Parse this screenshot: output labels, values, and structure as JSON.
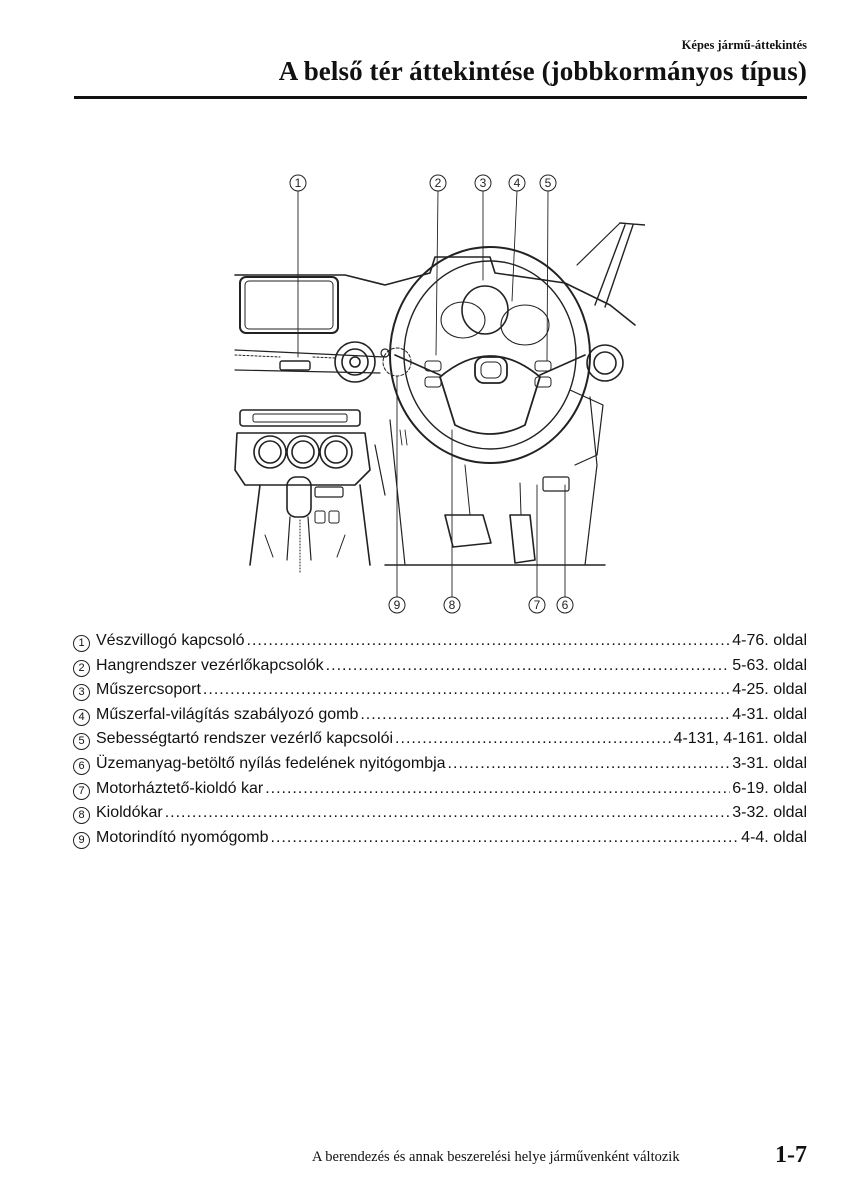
{
  "header": {
    "section": "Képes jármű-áttekintés",
    "title": "A belső tér áttekintése (jobbkormányos típus)"
  },
  "figure": {
    "callouts_top": [
      "1",
      "2",
      "3",
      "4",
      "5"
    ],
    "callouts_bottom": [
      "9",
      "8",
      "7",
      "6"
    ]
  },
  "legend": {
    "items": [
      {
        "num": "1",
        "label": "Vészvillogó kapcsoló",
        "page": "4-76. oldal"
      },
      {
        "num": "2",
        "label": "Hangrendszer vezérlőkapcsolók",
        "page": "5-63. oldal"
      },
      {
        "num": "3",
        "label": "Műszercsoport",
        "page": "4-25. oldal"
      },
      {
        "num": "4",
        "label": "Műszerfal-világítás szabályozó gomb",
        "page": "4-31. oldal"
      },
      {
        "num": "5",
        "label": "Sebességtartó rendszer vezérlő kapcsolói",
        "page": "4-131, 4-161. oldal"
      },
      {
        "num": "6",
        "label": "Üzemanyag-betöltő nyílás fedelének nyitógombja",
        "page": "3-31. oldal"
      },
      {
        "num": "7",
        "label": "Motorháztető-kioldó kar",
        "page": "6-19. oldal"
      },
      {
        "num": "8",
        "label": "Kioldókar",
        "page": "3-32. oldal"
      },
      {
        "num": "9",
        "label": "Motorindító nyomógomb",
        "page": "4-4. oldal"
      }
    ]
  },
  "footer": {
    "note": "A berendezés és annak beszerelési helye járművenként változik",
    "page_number": "1-7"
  }
}
